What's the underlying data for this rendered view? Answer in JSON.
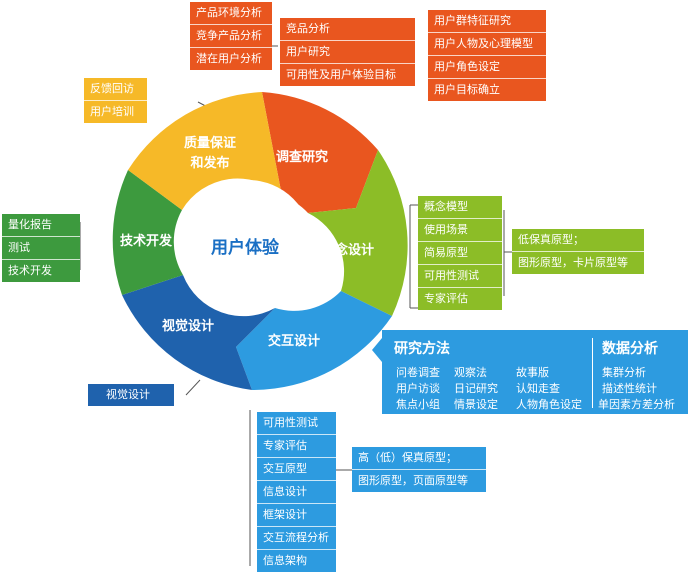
{
  "center": {
    "label": "用户体验"
  },
  "segments": {
    "research": "调查研究",
    "concept": "概念设计",
    "interaction": "交互设计",
    "visual": "视觉设计",
    "tech": "技术开发",
    "quality_line1": "质量保证",
    "quality_line2": "和发布"
  },
  "boxes": {
    "market": [
      "产品环境分析",
      "竞争产品分析",
      "潜在用户分析"
    ],
    "research": [
      "竞品分析",
      "用户研究",
      "可用性及用户体验目标"
    ],
    "persona": [
      "用户群特征研究",
      "用户人物及心理模型",
      "用户角色设定",
      "用户目标确立"
    ],
    "feedback": [
      "反馈回访",
      "用户培训"
    ],
    "concept": [
      "概念模型",
      "使用场景",
      "简易原型",
      "可用性测试",
      "专家评估"
    ],
    "lofi": [
      "低保真原型；",
      "图形原型，卡片原型等"
    ],
    "tech": [
      "量化报告",
      "测试",
      "技术开发"
    ],
    "visual": [
      "视觉设计"
    ],
    "interaction": [
      "可用性测试",
      "专家评估",
      "交互原型",
      "信息设计",
      "框架设计",
      "交互流程分析",
      "信息架构"
    ],
    "hifi": [
      "高（低）保真原型；",
      "图形原型，页面原型等"
    ]
  },
  "methods": {
    "research_title": "研究方法",
    "research_items": [
      "问卷调查",
      "观察法",
      "故事版",
      "用户访谈",
      "日记研究",
      "认知走查",
      "焦点小组",
      "情景设定",
      "人物角色设定"
    ],
    "analysis_title": "数据分析",
    "analysis_items": [
      "集群分析",
      "描述性统计",
      "单因素方差分析"
    ]
  },
  "colors": {
    "orange": "#e9561f",
    "yellow": "#f6b928",
    "light_green": "#8cbd27",
    "green": "#3d9a3e",
    "navy": "#1f62ad",
    "sky": "#2d9be0",
    "center_text": "#1a6fc4"
  }
}
